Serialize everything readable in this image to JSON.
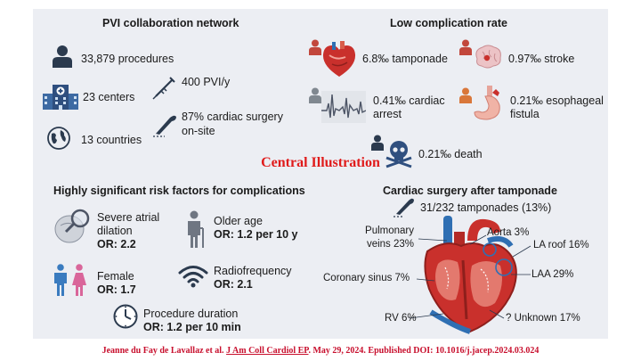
{
  "sections": {
    "network": {
      "title": "PVI collaboration network",
      "procedures": "33,879 procedures",
      "centers": "23 centers",
      "countries": "13 countries",
      "pvi_per_year": "400 PVI/y",
      "surgery_line1": "87% cardiac surgery",
      "surgery_line2": "on-site"
    },
    "complications": {
      "title": "Low complication rate",
      "tamponade": "6.8‰ tamponade",
      "stroke": "0.97‰ stroke",
      "arrest_line1": "0.41‰ cardiac",
      "arrest_line2": "arrest",
      "fistula_line1": "0.21‰ esophageal",
      "fistula_line2": "fistula",
      "death": "0.21‰ death"
    },
    "risk": {
      "title": "Highly significant risk factors for complications",
      "atrial_line1": "Severe atrial",
      "atrial_line2": "dilation",
      "atrial_or": "OR: 2.2",
      "age_label": "Older age",
      "age_or": "OR: 1.2 per 10 y",
      "female_label": "Female",
      "female_or": "OR: 1.7",
      "rf_label": "Radiofrequency",
      "rf_or": "OR: 2.1",
      "duration_label": "Procedure duration",
      "duration_or": "OR: 1.2 per 10 min"
    },
    "surgery": {
      "title": "Cardiac surgery after tamponade",
      "count": "31/232 tamponades (13%)",
      "pv_line1": "Pulmonary",
      "pv_line2": "veins 23%",
      "aorta": "Aorta 3%",
      "la_roof": "LA roof 16%",
      "coronary_sinus": "Coronary sinus 7%",
      "laa": "LAA 29%",
      "rv": "RV 6%",
      "unknown": "? Unknown 17%"
    }
  },
  "central_title": "Central Illustration",
  "citation": {
    "prefix": "Jeanne du Fay de Lavallaz et al.",
    "journal": "J Am Coll Cardiol EP",
    "suffix": ". May 29, 2024. Epublished DOI: 10.1016/j.jacep.2024.03.024"
  },
  "colors": {
    "panel_bg": "#eceef3",
    "title_red": "#e01b1b",
    "citation_red": "#c8102e",
    "icon_dark": "#2b3a4e",
    "male_blue": "#3a7bbf",
    "female_pink": "#d9669a",
    "patient_red": "#c2473c",
    "patient_orange": "#d9773a",
    "heart_red": "#c9302c",
    "vessel_blue": "#2f6fb3"
  },
  "icons": [
    "person-icon",
    "hospital-icon",
    "globe-icon",
    "catheter-icon",
    "scalpel-icon",
    "heart-icon",
    "brain-icon",
    "ecg-icon",
    "stomach-icon",
    "skull-icon",
    "dilated-atrium-icon",
    "elderly-icon",
    "male-icon",
    "female-icon",
    "wifi-radiofrequency-icon",
    "clock-icon",
    "heart-anatomy-icon"
  ]
}
